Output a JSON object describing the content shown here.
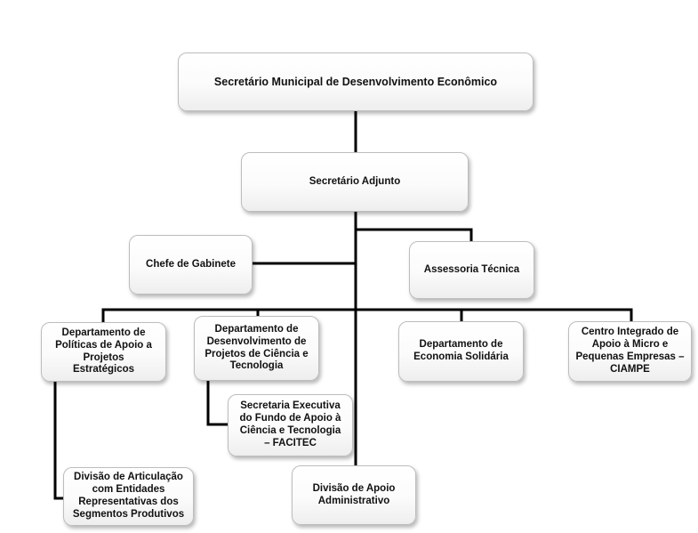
{
  "org_chart": {
    "secretario_municipal": "Secretário Municipal de Desenvolvimento Econômico",
    "secretario_adjunto": "Secretário Adjunto",
    "chefe_gabinete": "Chefe de Gabinete",
    "assessoria_tecnica": "Assessoria Técnica",
    "dep_politicas": "Departamento de Políticas de Apoio a Projetos Estratégicos",
    "dep_ciencia": "Departamento de Desenvolvimento de Projetos de Ciência e Tecnologia",
    "dep_economia": "Departamento de Economia Solidária",
    "ciampe": "Centro Integrado de Apoio à Micro e Pequenas Empresas – CIAMPE",
    "facitec": "Secretaria Executiva do Fundo de Apoio à Ciência e Tecnologia – FACITEC",
    "div_articulacao": "Divisão de Articulação com Entidades Representativas dos Segmentos Produtivos",
    "div_apoio_adm": "Divisão de Apoio Administrativo"
  },
  "colors": {
    "line": "#000000",
    "box_border": "#bdbdbd",
    "text": "#111111"
  }
}
